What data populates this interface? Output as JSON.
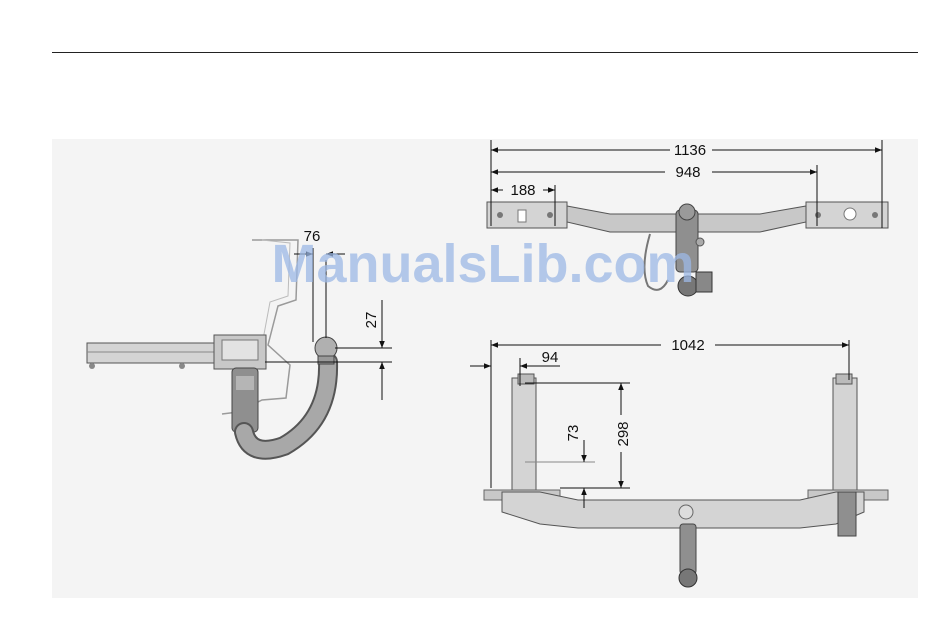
{
  "watermark": "ManualsLib.com",
  "side_view": {
    "dim_offset": "76",
    "dim_height": "27"
  },
  "top_view": {
    "dim_overall": "1136",
    "dim_mounts": "948",
    "dim_left": "188"
  },
  "bottom_view": {
    "dim_width": "1042",
    "dim_offset": "94",
    "dim_long": "298",
    "dim_short": "73"
  },
  "colors": {
    "metal_light": "#d4d4d4",
    "metal_dark": "#8f8f8f",
    "outline": "#555555",
    "panel_bg": "#f4f4f4"
  }
}
